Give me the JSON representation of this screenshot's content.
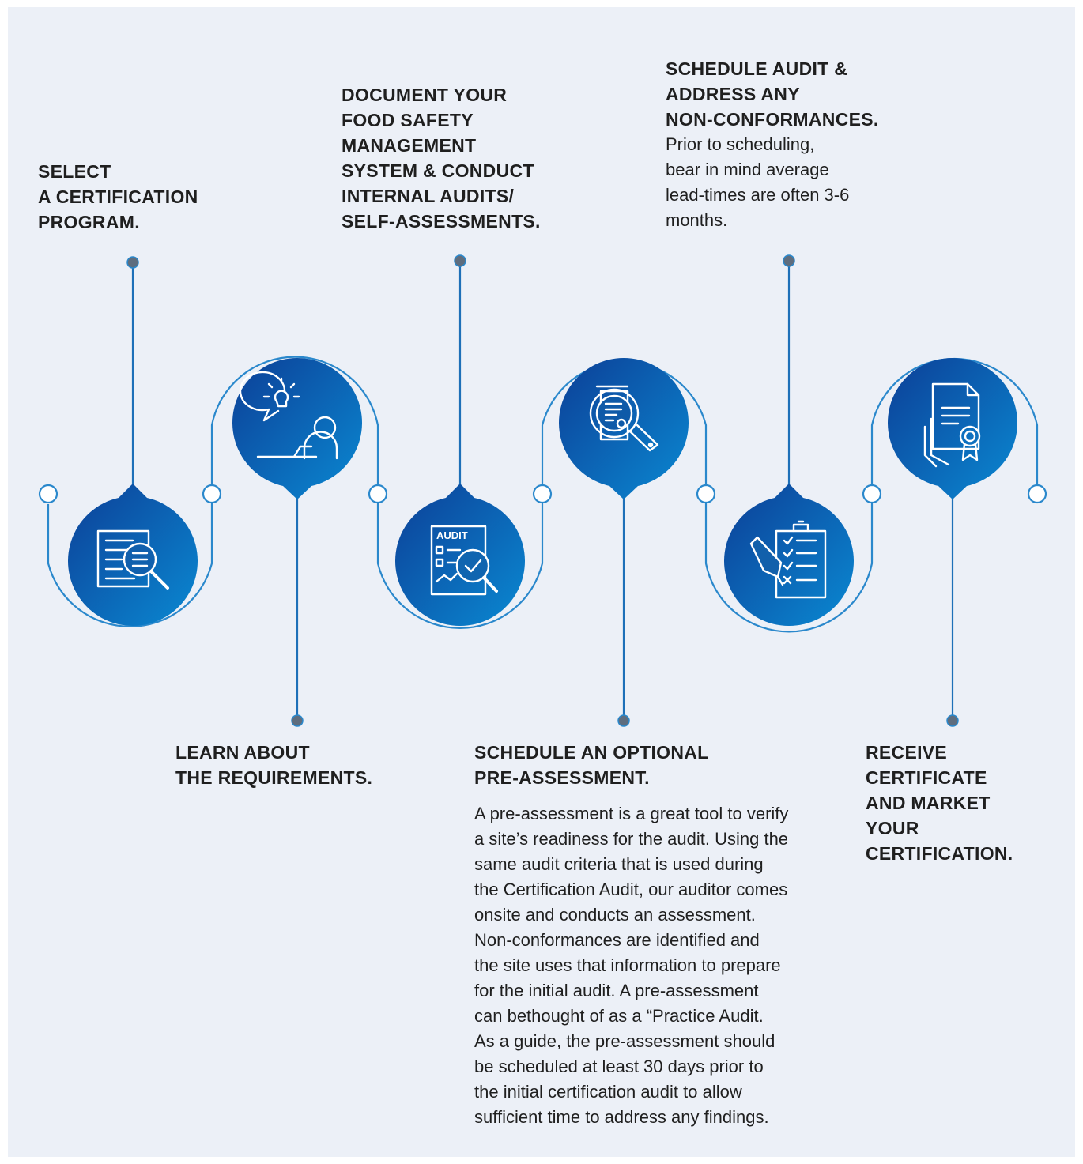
{
  "steps": [
    {
      "title": "SELECT\nA CERTIFICATION\nPROGRAM.",
      "body": "",
      "icon": "document-search-icon"
    },
    {
      "title": "LEARN ABOUT\nTHE REQUIREMENTS.",
      "body": "",
      "icon": "idea-person-icon"
    },
    {
      "title": "DOCUMENT YOUR\nFOOD SAFETY\nMANAGEMENT\nSYSTEM & CONDUCT\nINTERNAL AUDITS/\nSELF-ASSESSMENTS.",
      "body": "",
      "icon": "audit-report-icon",
      "icon_text": "AUDIT"
    },
    {
      "title": "SCHEDULE AN OPTIONAL\nPRE-ASSESSMENT.",
      "body": "A pre-assessment is a great tool to verify\na site’s readiness for the audit. Using the\nsame audit criteria that is used during\nthe Certification Audit, our auditor comes\nonsite and conducts an assessment.\nNon-conformances are identified and\nthe site uses that information to prepare\nfor the initial audit. A pre-assessment\ncan bethought of as a “Practice Audit.\nAs a guide, the pre-assessment should\nbe scheduled at least 30 days prior to\nthe initial certification  audit to allow\nsufficient time to address any findings.",
      "icon": "document-magnifier-icon"
    },
    {
      "title": "SCHEDULE AUDIT &\nADDRESS ANY\nNON-CONFORMANCES.",
      "body": "Prior to scheduling,\nbear in mind average\nlead-times are often 3-6\nmonths.",
      "icon": "clipboard-checklist-icon"
    },
    {
      "title": "RECEIVE\nCERTIFICATE\nAND MARKET\nYOUR\nCERTIFICATION.",
      "body": "",
      "icon": "certificate-hand-icon"
    }
  ],
  "colors": {
    "background": "#ecf0f7",
    "line": "#2a88cc",
    "connector": "#1e70b8",
    "dot": "#5e6d7e",
    "gradient_start": "#0d3f97",
    "gradient_end": "#0a89d2",
    "text": "#1f1f1f"
  }
}
